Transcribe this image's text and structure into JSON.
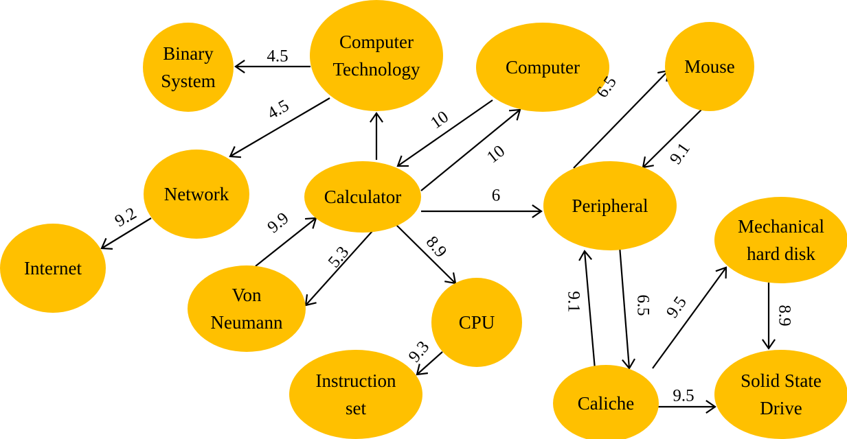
{
  "diagram": {
    "type": "weighted-directed-graph",
    "colors": {
      "node_fill": "#FFC000",
      "edge": "#000000",
      "text": "#000000",
      "background": "#FFFFFF"
    },
    "nodes": [
      {
        "id": "computer-technology",
        "lines": [
          "Computer",
          "Technology"
        ]
      },
      {
        "id": "binary-system",
        "lines": [
          "Binary",
          "System"
        ]
      },
      {
        "id": "computer",
        "lines": [
          "Computer"
        ]
      },
      {
        "id": "mouse",
        "lines": [
          "Mouse"
        ]
      },
      {
        "id": "network",
        "lines": [
          "Network"
        ]
      },
      {
        "id": "internet",
        "lines": [
          "Internet"
        ]
      },
      {
        "id": "calculator",
        "lines": [
          "Calculator"
        ]
      },
      {
        "id": "peripheral",
        "lines": [
          "Peripheral"
        ]
      },
      {
        "id": "mechanical-hard-disk",
        "lines": [
          "Mechanical",
          "hard disk"
        ]
      },
      {
        "id": "von-neumann",
        "lines": [
          "Von",
          "Neumann"
        ]
      },
      {
        "id": "cpu",
        "lines": [
          "CPU"
        ]
      },
      {
        "id": "instruction-set",
        "lines": [
          "Instruction",
          "set"
        ]
      },
      {
        "id": "caliche",
        "lines": [
          "Caliche"
        ]
      },
      {
        "id": "solid-state-drive",
        "lines": [
          "Solid State",
          "Drive"
        ]
      }
    ],
    "edges": [
      {
        "from": "computer-technology",
        "to": "binary-system",
        "weight": "4.5"
      },
      {
        "from": "computer-technology",
        "to": "network",
        "weight": "4.5"
      },
      {
        "from": "calculator",
        "to": "computer-technology",
        "weight": ""
      },
      {
        "from": "computer",
        "to": "calculator",
        "weight": "10"
      },
      {
        "from": "calculator",
        "to": "computer",
        "weight": "10"
      },
      {
        "from": "calculator",
        "to": "peripheral",
        "weight": "6"
      },
      {
        "from": "network",
        "to": "internet",
        "weight": "9.2"
      },
      {
        "from": "von-neumann",
        "to": "calculator",
        "weight": "9.9"
      },
      {
        "from": "calculator",
        "to": "von-neumann",
        "weight": "5.3"
      },
      {
        "from": "calculator",
        "to": "cpu",
        "weight": "8.9"
      },
      {
        "from": "cpu",
        "to": "instruction-set",
        "weight": "9.3"
      },
      {
        "from": "peripheral",
        "to": "mouse",
        "weight": "6.5"
      },
      {
        "from": "mouse",
        "to": "peripheral",
        "weight": "9.1"
      },
      {
        "from": "caliche",
        "to": "peripheral",
        "weight": "9.1"
      },
      {
        "from": "peripheral",
        "to": "caliche",
        "weight": "6.5"
      },
      {
        "from": "caliche",
        "to": "mechanical-hard-disk",
        "weight": "9.5"
      },
      {
        "from": "caliche",
        "to": "solid-state-drive",
        "weight": "9.5"
      },
      {
        "from": "mechanical-hard-disk",
        "to": "solid-state-drive",
        "weight": "8.9"
      }
    ]
  }
}
